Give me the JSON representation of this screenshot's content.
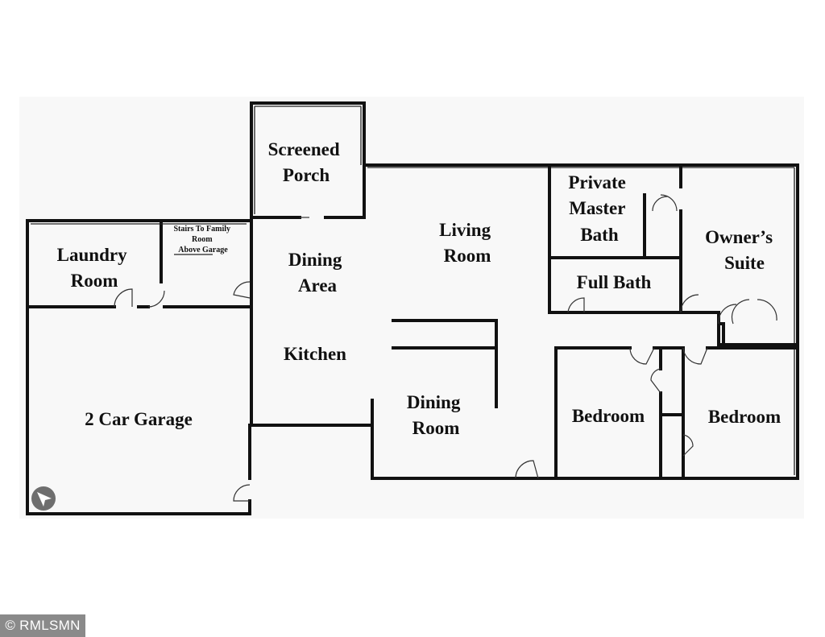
{
  "rooms": {
    "screened_porch": [
      "Screened",
      "Porch"
    ],
    "laundry_room": [
      "Laundry",
      "Room"
    ],
    "stairs": [
      "Stairs To Family",
      "Room",
      "Above Garage"
    ],
    "dining_area": [
      "Dining",
      "Area"
    ],
    "living_room": [
      "Living",
      "Room"
    ],
    "private_master_bath": [
      "Private",
      "Master",
      "Bath"
    ],
    "owners_suite": [
      "Owner’s",
      "Suite"
    ],
    "full_bath": "Full Bath",
    "kitchen": "Kitchen",
    "garage": "2 Car Garage",
    "dining_room": [
      "Dining",
      "Room"
    ],
    "bedroom_1": "Bedroom",
    "bedroom_2": "Bedroom"
  },
  "watermark": "© RMLSMN",
  "colors": {
    "wall": "#111111",
    "floor_bg": "#f8f8f8",
    "watermark_bg": "#8a8a8a"
  },
  "icons": {
    "compass": "north-arrow-icon"
  }
}
